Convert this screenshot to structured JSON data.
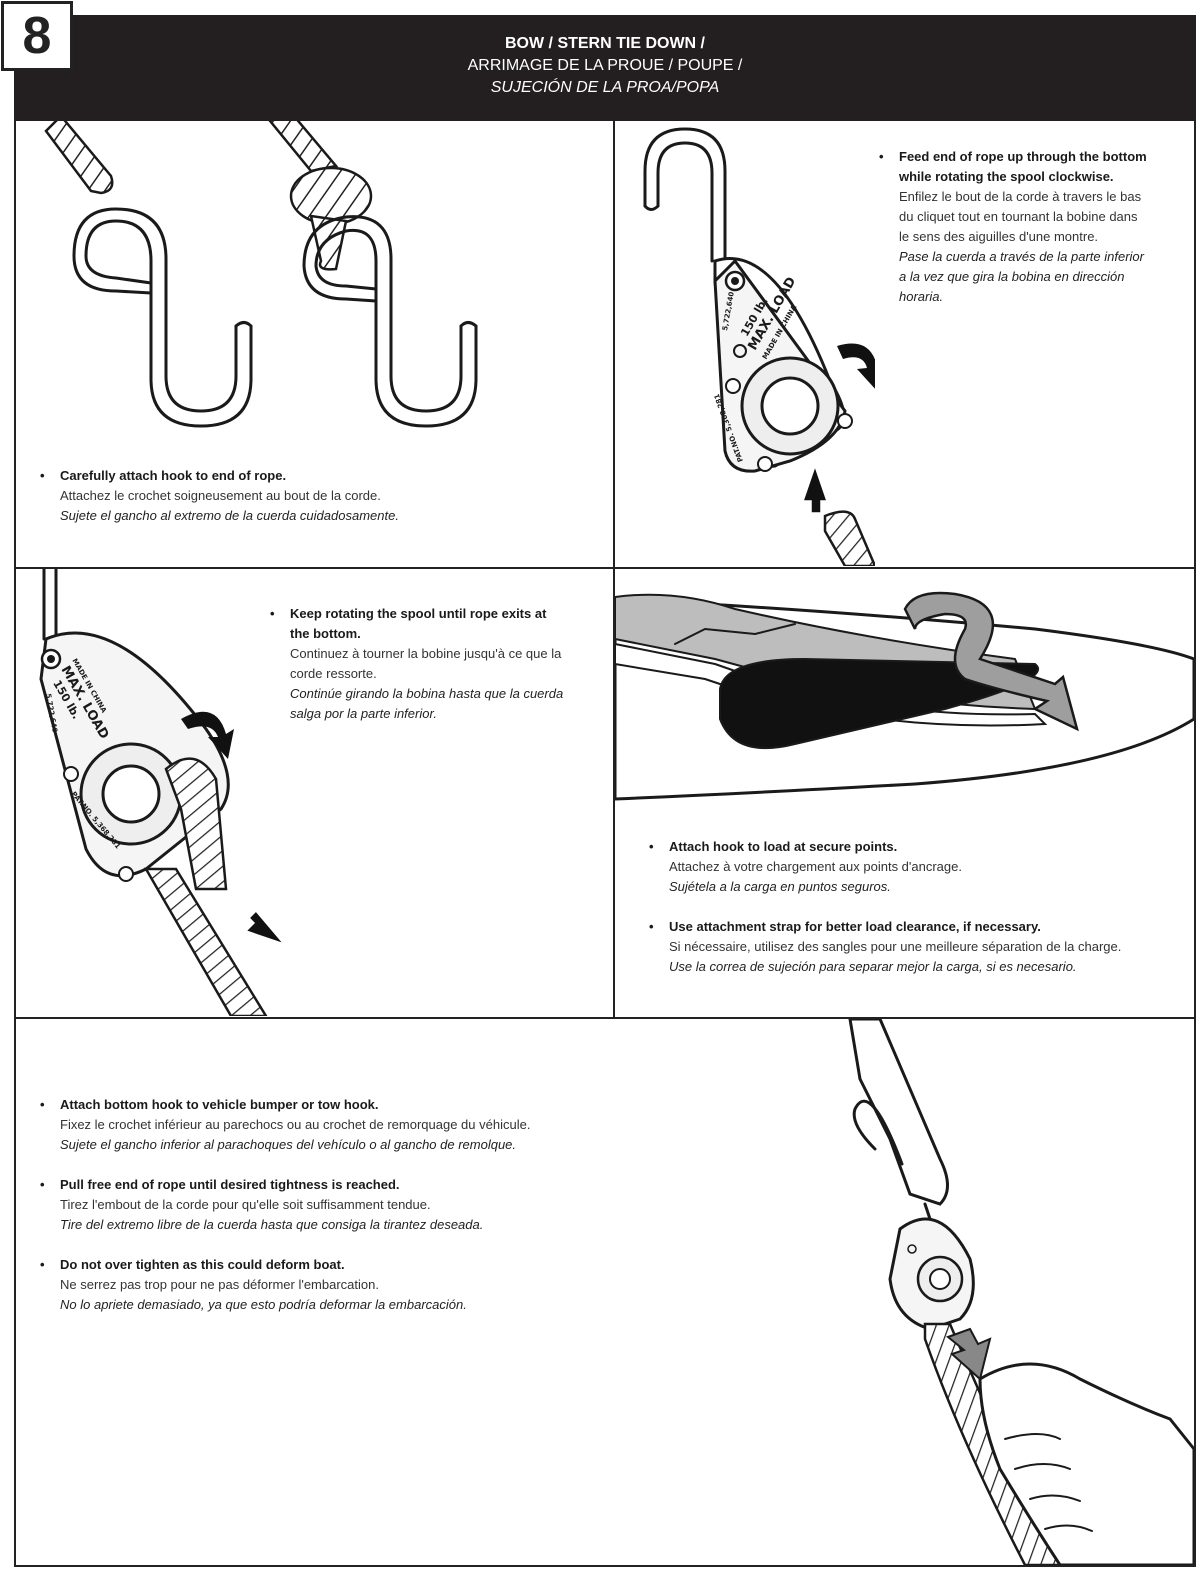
{
  "step_number": "8",
  "header": {
    "line1": "BOW / STERN TIE DOWN /",
    "line2": "ARRIMAGE DE LA PROUE / POUPE /",
    "line3": "SUJECIÓN DE LA PROA/POPA"
  },
  "ratchet_markings": {
    "max_load_title": "MAX. LOAD",
    "weight": "150 lb.",
    "made_in": "MADE IN CHINA",
    "patent_number": "5,722,640",
    "pat_no": "PAT.NO. 5,368,281"
  },
  "panels": {
    "attach_hook": {
      "items": [
        {
          "en": "Carefully attach hook to end of rope.",
          "fr": "Attachez le crochet soigneusement au bout de la corde.",
          "es": "Sujete el gancho al extremo de la cuerda cuidadosamente."
        }
      ]
    },
    "feed_rope": {
      "items": [
        {
          "en": "Feed end of rope up through the bottom while rotating the spool clockwise.",
          "fr": "Enfilez le bout de la corde à travers le bas du cliquet tout en tournant la bobine dans le sens des aiguilles d'une montre.",
          "es": "Pase la cuerda a través de la parte inferior a la vez que gira la bobina en dirección horaria."
        }
      ]
    },
    "keep_rotating": {
      "items": [
        {
          "en": "Keep rotating the spool until rope exits at the bottom.",
          "fr": "Continuez à tourner la bobine jusqu'à ce que la corde ressorte.",
          "es": "Continúe girando la bobina hasta que la cuerda salga por la parte inferior."
        }
      ]
    },
    "attach_load": {
      "items": [
        {
          "en": "Attach hook to load at secure points.",
          "fr": "Attachez à votre chargement aux points d'ancrage.",
          "es": "Sujétela a la carga en puntos seguros."
        },
        {
          "en": "Use attachment strap for better load clearance, if necessary.",
          "fr": "Si nécessaire, utilisez des sangles pour une meilleure séparation de la charge.",
          "es": "Use la correa de sujeción para separar mejor la carga, si es necesario."
        }
      ]
    },
    "bottom": {
      "items": [
        {
          "en": "Attach bottom hook to vehicle bumper or tow hook.",
          "fr": "Fixez le crochet inférieur au parechocs ou au crochet de remorquage du véhicule.",
          "es": "Sujete el gancho inferior al parachoques del vehículo o al gancho de remolque."
        },
        {
          "en": "Pull free end of rope until desired tightness is reached.",
          "fr": "Tirez l'embout de la corde pour qu'elle soit suffisamment tendue.",
          "es": "Tire del extremo libre de la cuerda hasta que consiga la tirantez deseada."
        },
        {
          "en": "Do not over tighten as this could deform boat.",
          "fr": "Ne serrez pas trop pour ne pas déformer l'embarcation.",
          "es": "No lo apriete demasiado, ya que esto podría deformar la embarcación."
        }
      ]
    }
  }
}
